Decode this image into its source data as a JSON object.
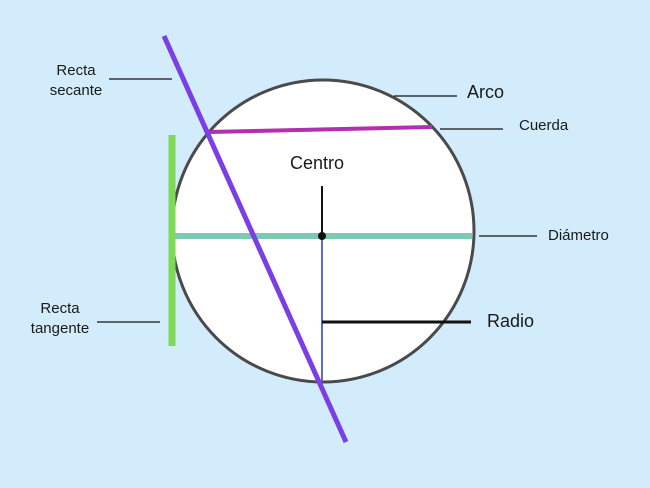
{
  "labels": {
    "secante_line1": "Recta",
    "secante_line2": "secante",
    "arco": "Arco",
    "cuerda": "Cuerda",
    "centro": "Centro",
    "diametro": "Diámetro",
    "tangente_line1": "Recta",
    "tangente_line2": "tangente",
    "radio": "Radio"
  },
  "colors": {
    "background": "#d2ecfc",
    "circle_fill": "#ffffff",
    "circle_stroke": "#4a4a4a",
    "secant": "#7b3fe4",
    "chord": "#b12fb0",
    "diameter": "#7ec9b4",
    "tangent": "#7ed957",
    "radius": "#5b6bd6",
    "leader": "#111111"
  }
}
